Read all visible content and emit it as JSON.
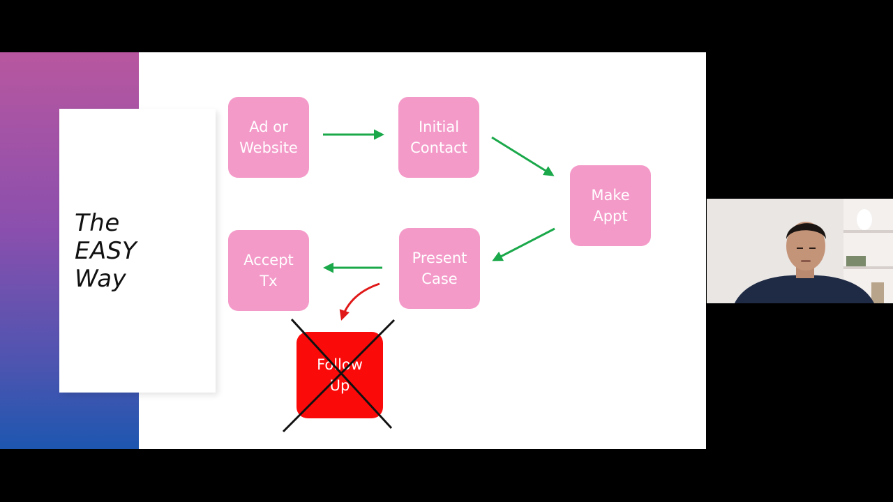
{
  "slide": {
    "title_lines": [
      "The",
      "EASY",
      "Way"
    ],
    "steps": {
      "ad": [
        "Ad or",
        "Website"
      ],
      "initial": [
        "Initial",
        "Contact"
      ],
      "appt": [
        "Make",
        "Appt"
      ],
      "present": [
        "Present",
        "Case"
      ],
      "accept": [
        "Accept",
        "Tx"
      ],
      "followup": [
        "Follow",
        "Up"
      ]
    },
    "colors": {
      "box": "#f49ac9",
      "followup_box": "#fb0a0a",
      "arrow_green": "#1aa84a",
      "arrow_red": "#e01818",
      "cross": "#111111"
    }
  },
  "webcam": {
    "icon": "person-video-feed"
  }
}
